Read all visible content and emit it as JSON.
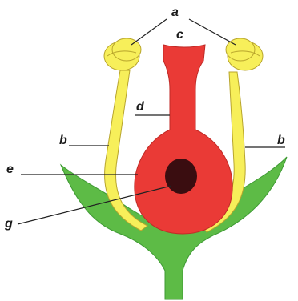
{
  "labels": {
    "anther": "a",
    "filament_left": "b",
    "filament_right": "b",
    "stigma": "c",
    "style": "d",
    "ovary": "e",
    "ovule": "g"
  },
  "colors": {
    "receptacle": "#5dbb46",
    "receptacle_edge": "#3f9a34",
    "stamen": "#f7ef5a",
    "stamen_edge": "#b8a52c",
    "pistil": "#ea3a36",
    "pistil_edge": "#c02a26",
    "ovule": "#3a0d10"
  }
}
